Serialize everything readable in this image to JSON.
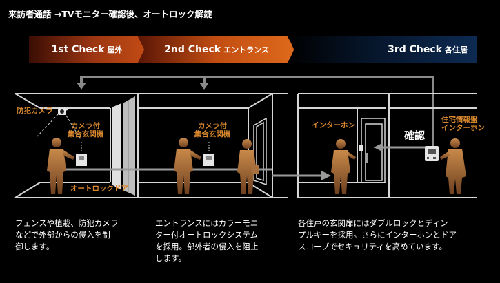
{
  "title": "来訪者通話 →TVモニター確認後、オートロック解錠",
  "checks": [
    {
      "main": "1st Check",
      "sub": "屋外"
    },
    {
      "main": "2nd Check",
      "sub": "エントランス"
    },
    {
      "main": "3rd Check",
      "sub": "各住居"
    }
  ],
  "labels": {
    "camera": "防犯カメラ",
    "intercom1": "カメラ付\n集合玄関機",
    "autolock": "オートロックドア",
    "intercom2": "カメラ付\n集合玄関機",
    "interphone": "インターホン",
    "residential": "住宅情報盤\nインターホン",
    "confirm": "確認"
  },
  "descriptions": [
    "フェンスや植栽、防犯カメラ\nなどで外部からの侵入を制\n御します。",
    "エントランスにはカラーモニ\nター付オートロックシステム\nを採用。部外者の侵入を阻止\nします。",
    "各住戸の玄関扉にはダブルロックとディン\nプルキーを採用。さらにインターホンとドア\nスコープでセキュリティを高めています。"
  ],
  "colors": {
    "accent": "#d9882e",
    "band1": "#8a2a10",
    "band2": "#c4510f",
    "band3": "#0b2040",
    "wall": "#d6d6d6",
    "arrow": "#8a8a8a"
  }
}
